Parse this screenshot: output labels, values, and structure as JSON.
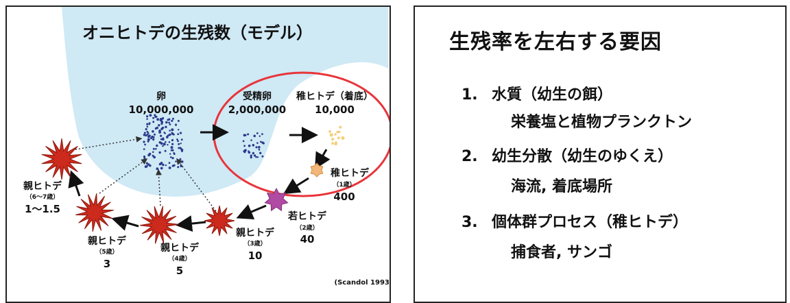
{
  "left": {
    "title": "オニヒトデの生残数（モデル）",
    "egg": {
      "label": "卵",
      "count": "10,000,000"
    },
    "fertilized": {
      "label": "受精卵",
      "count": "2,000,000"
    },
    "settled": {
      "label": "稚ヒトデ（着底）",
      "count": "10,000"
    },
    "juv1": {
      "label": "稚ヒトデ",
      "age": "（1歳）",
      "count": "400"
    },
    "young2": {
      "label": "若ヒトデ",
      "age": "（2歳）",
      "count": "40"
    },
    "adult3": {
      "label": "親ヒトデ",
      "age": "（3歳）",
      "count": "10"
    },
    "adult4": {
      "label": "親ヒトデ",
      "age": "（4歳）",
      "count": "5"
    },
    "adult5": {
      "label": "親ヒトデ",
      "age": "（5歳）",
      "count": "3"
    },
    "adult67": {
      "label": "親ヒトデ",
      "age": "（6～7歳）",
      "count": "1～1.5"
    },
    "citation": "(Scandol 1993)"
  },
  "right": {
    "title": "生残率を左右する要因",
    "factors": [
      {
        "num": "1.",
        "title": "水質（幼生の餌）",
        "detail": "栄養塩と植物プランクトン"
      },
      {
        "num": "2.",
        "title": "幼生分散（幼生のゆくえ）",
        "detail": "海流, 着底場所"
      },
      {
        "num": "3.",
        "title": "個体群プロセス（稚ヒトデ）",
        "detail": "捕食者, サンゴ"
      }
    ]
  },
  "colors": {
    "sea": "#cfe9f5",
    "ellipse": "#e8343a",
    "starfish": "#cc2a1c",
    "young_starfish": "#b04aa3",
    "juvenile": "#f4b77a",
    "egg_dots": "#2b3a8c",
    "larvae_dots": "#f4cf7a"
  }
}
